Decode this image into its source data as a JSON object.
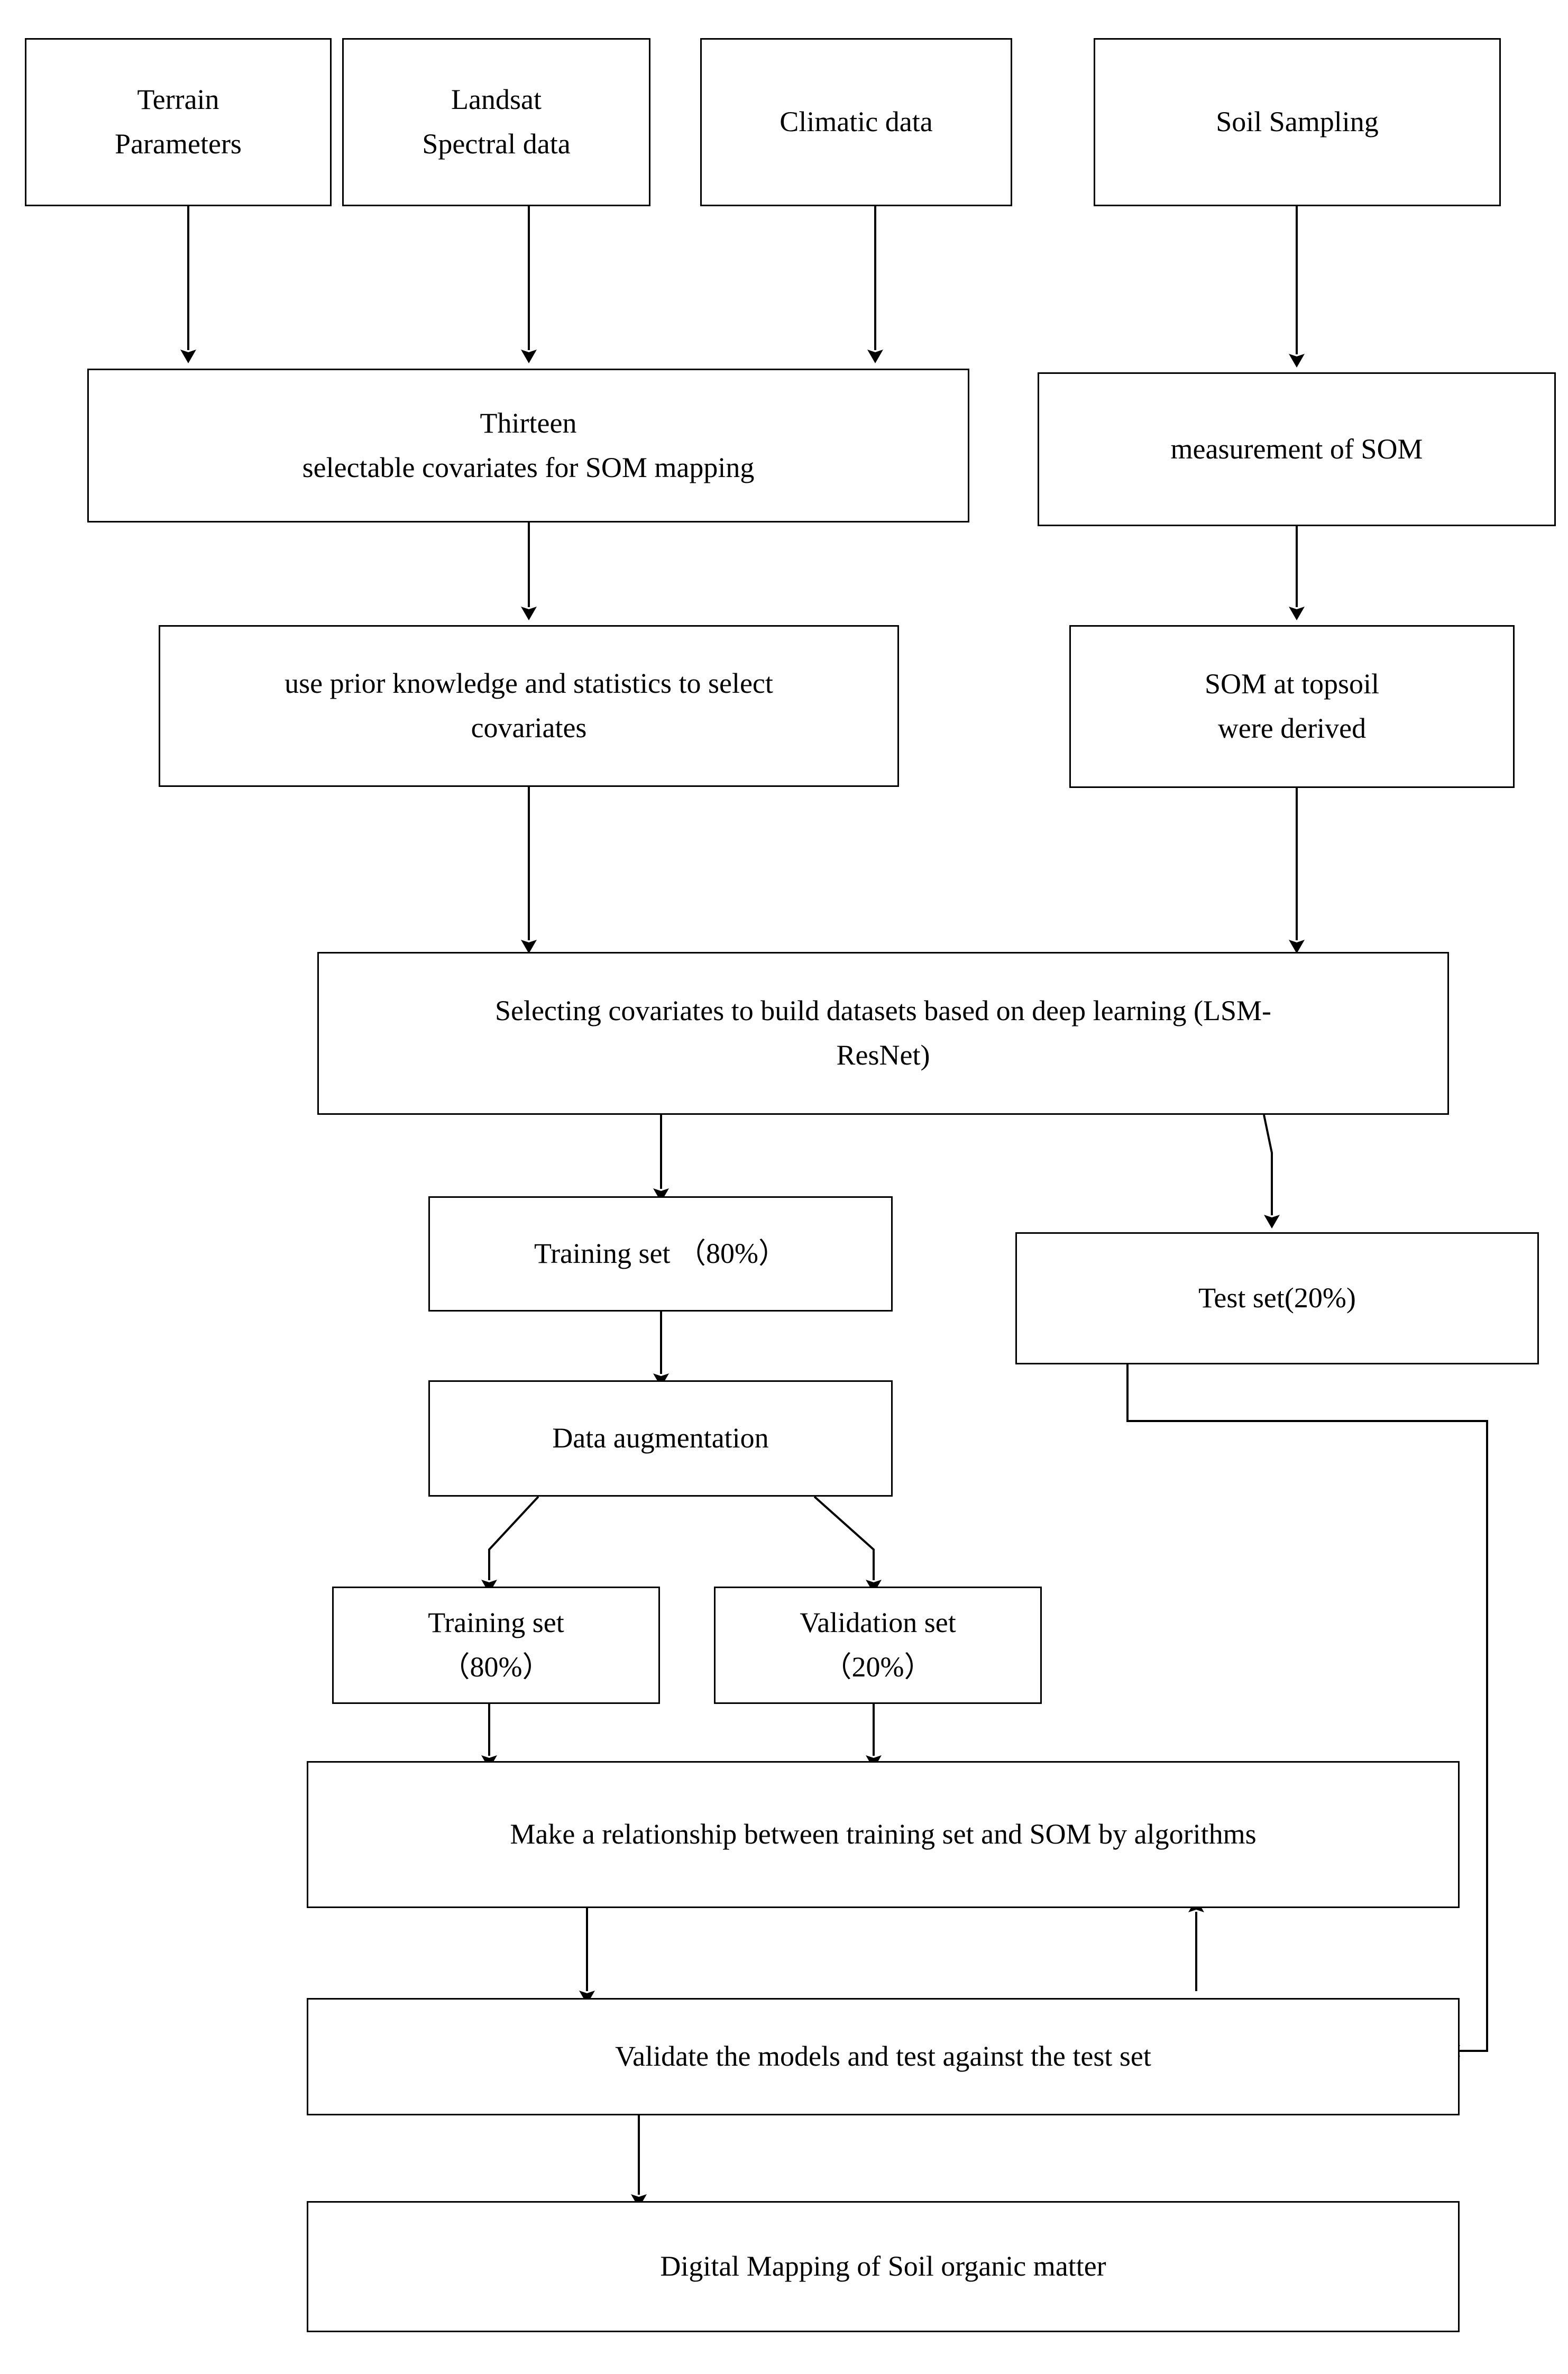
{
  "diagram": {
    "title": "Soil organic matter digital mapping workflow",
    "type": "flowchart",
    "background_color": "#ffffff",
    "line_color": "#000000",
    "text_color": "#000000"
  },
  "nodes": [
    {
      "id": "terrain-parameters",
      "label": "Terrain\nParameters"
    },
    {
      "id": "landsat-spectral-data",
      "label": "Landsat\nSpectral data"
    },
    {
      "id": "climatic-data",
      "label": "Climatic data"
    },
    {
      "id": "soil-sampling",
      "label": "Soil Sampling"
    },
    {
      "id": "thirteen-covariates",
      "label": "Thirteen\nselectable covariates for SOM mapping"
    },
    {
      "id": "measurement-of-som",
      "label": "measurement of SOM"
    },
    {
      "id": "select-covariates",
      "label": "use prior knowledge and statistics to select\ncovariates"
    },
    {
      "id": "som-at-topsoil",
      "label": "SOM at topsoil\nwere derived"
    },
    {
      "id": "build-datasets-lsm-resnet",
      "label": "Selecting covariates to build  datasets based on deep learning (LSM-\nResNet)"
    },
    {
      "id": "training-set-80",
      "label": "Training set （80%）"
    },
    {
      "id": "test-set-20",
      "label": "Test set(20%)"
    },
    {
      "id": "data-augmentation",
      "label": "Data augmentation"
    },
    {
      "id": "training-set-80-split",
      "label": "Training set\n（80%）"
    },
    {
      "id": "validation-set-20",
      "label": "Validation set\n（20%）"
    },
    {
      "id": "make-relationship",
      "label": "Make a relationship between training set and SOM by algorithms"
    },
    {
      "id": "validate-models",
      "label": "Validate the models and test against the test set"
    },
    {
      "id": "digital-mapping-som",
      "label": "Digital Mapping of Soil organic matter"
    }
  ],
  "edges": [
    {
      "from": "terrain-parameters",
      "to": "thirteen-covariates"
    },
    {
      "from": "landsat-spectral-data",
      "to": "thirteen-covariates"
    },
    {
      "from": "climatic-data",
      "to": "thirteen-covariates"
    },
    {
      "from": "soil-sampling",
      "to": "measurement-of-som"
    },
    {
      "from": "thirteen-covariates",
      "to": "select-covariates"
    },
    {
      "from": "measurement-of-som",
      "to": "som-at-topsoil"
    },
    {
      "from": "select-covariates",
      "to": "build-datasets-lsm-resnet"
    },
    {
      "from": "som-at-topsoil",
      "to": "build-datasets-lsm-resnet"
    },
    {
      "from": "build-datasets-lsm-resnet",
      "to": "training-set-80"
    },
    {
      "from": "build-datasets-lsm-resnet",
      "to": "test-set-20"
    },
    {
      "from": "training-set-80",
      "to": "data-augmentation"
    },
    {
      "from": "data-augmentation",
      "to": "training-set-80-split"
    },
    {
      "from": "data-augmentation",
      "to": "validation-set-20"
    },
    {
      "from": "training-set-80-split",
      "to": "make-relationship"
    },
    {
      "from": "validation-set-20",
      "to": "make-relationship"
    },
    {
      "from": "make-relationship",
      "to": "validate-models"
    },
    {
      "from": "validate-models",
      "to": "make-relationship"
    },
    {
      "from": "test-set-20",
      "to": "validate-models"
    },
    {
      "from": "validate-models",
      "to": "digital-mapping-som"
    }
  ]
}
